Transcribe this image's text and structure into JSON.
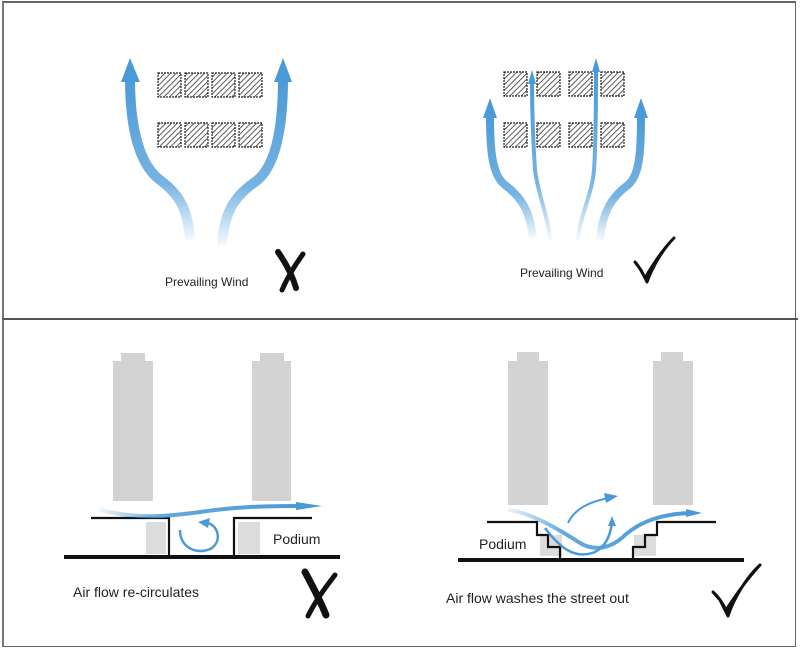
{
  "panels": [
    {
      "id": "plan-blocked",
      "view": "plan",
      "caption": "Prevailing Wind",
      "verdict": "incorrect",
      "verdict_icon": "cross-mark-icon",
      "block_rows": 2,
      "blocks_per_row": 4,
      "wind_arrows": 2,
      "description": "Wind deflected around a continuous row of buildings"
    },
    {
      "id": "plan-permeable",
      "view": "plan",
      "caption": "Prevailing Wind",
      "verdict": "correct",
      "verdict_icon": "check-mark-icon",
      "block_rows": 2,
      "blocks_per_row": 4,
      "wind_arrows": 4,
      "description": "Wind passes through gaps between buildings"
    },
    {
      "id": "section-recirculate",
      "view": "section",
      "caption": "Air flow re-circulates",
      "podium_label": "Podium",
      "verdict": "incorrect",
      "verdict_icon": "cross-mark-icon"
    },
    {
      "id": "section-washout",
      "view": "section",
      "caption": "Air flow washes the street out",
      "podium_label": "Podium",
      "verdict": "correct",
      "verdict_icon": "check-mark-icon"
    }
  ],
  "colors": {
    "wind": "#4a9ad8",
    "wind_light": "#cfe4f5",
    "tower": "#d3d3d3",
    "outline": "#111111",
    "frame": "#666666"
  }
}
